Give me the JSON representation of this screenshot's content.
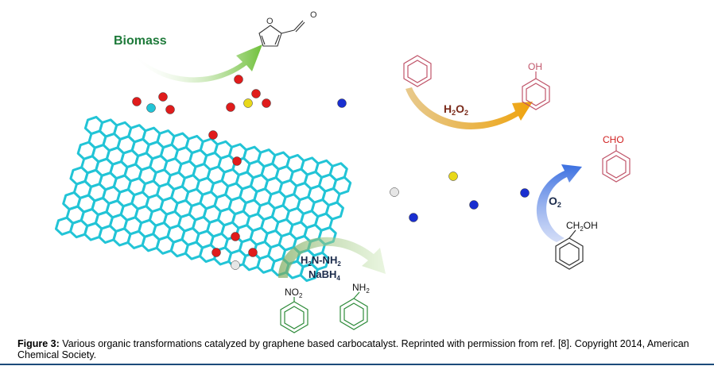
{
  "labels": {
    "biomass": "Biomass",
    "h2o2": "H2O2",
    "o2": "O2",
    "oh": "OH",
    "cho": "CHO",
    "ch2oh": "CH2OH",
    "hydrazine": "H2N-NH2",
    "nabh4": "NaBH4",
    "no2": "NO2",
    "nh2": "NH2",
    "furfural_o_ring": "O",
    "furfural_o_ald": "O"
  },
  "caption": {
    "figure_label": "Figure 3:",
    "text": "Various organic transformations catalyzed by graphene based carbocatalyst. Reprinted with permission from ref. [8]. Copyright 2014, American Chemical Society."
  },
  "colors": {
    "graphene": "#22c4d6",
    "oxygen": "#e01c1c",
    "nitrogen": "#1a2fd0",
    "sulfur": "#e8d81a",
    "hydrogen": "#e6e6e6",
    "biomass_text": "#1e7a3a",
    "green_arrow": "#6fc03a",
    "orange_arrow": "#f0a30a",
    "blue_arrow": "#3a6fe0",
    "h2o2_text": "#7a2a1a",
    "pink_ring": "#c0556a",
    "green_ring": "#2e8b3a",
    "dark_text": "#1a2a4a"
  },
  "icons": [
    "furfural-icon",
    "benzene-icon",
    "phenol-icon",
    "benzaldehyde-icon",
    "benzyl-alcohol-icon",
    "nitrobenzene-icon",
    "aniline-icon"
  ]
}
